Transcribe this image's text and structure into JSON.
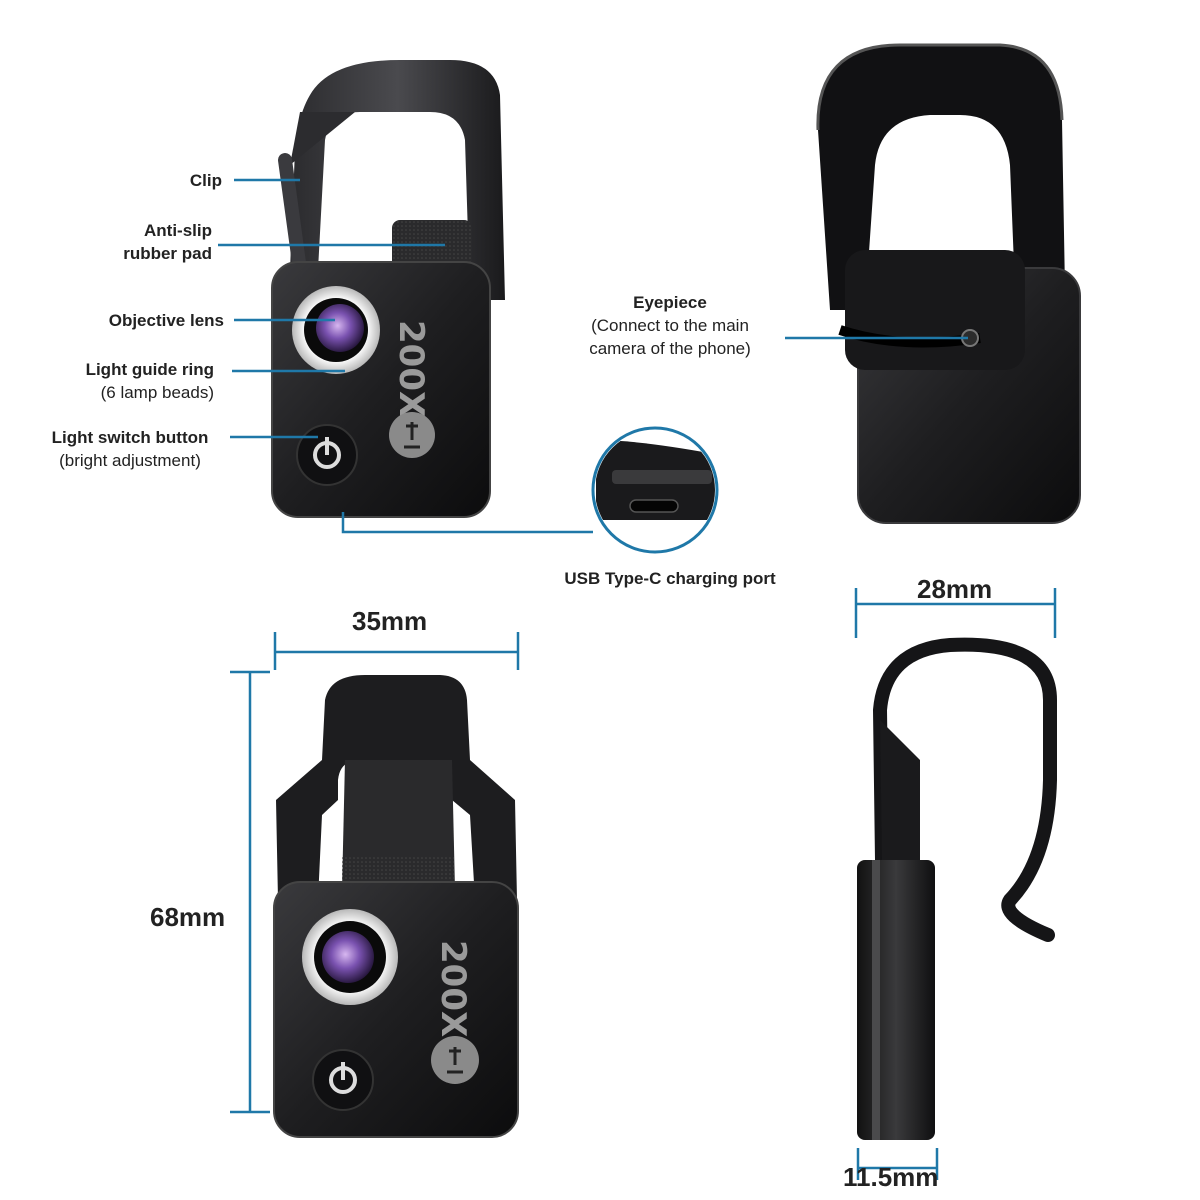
{
  "callouts": {
    "clip": "Clip",
    "anti_slip_line1": "Anti-slip",
    "anti_slip_line2": "rubber pad",
    "objective_lens": "Objective lens",
    "light_guide_ring": "Light guide ring",
    "light_guide_ring_sub": "(6 lamp beads)",
    "light_switch": "Light switch button",
    "light_switch_sub": "(bright adjustment)",
    "eyepiece": "Eyepiece",
    "eyepiece_sub1": "(Connect to the main",
    "eyepiece_sub2": "camera of the phone)",
    "usb_port": "USB Type-C charging port"
  },
  "dimensions": {
    "width": "35mm",
    "height": "68mm",
    "clip_width": "28mm",
    "thickness": "11.5mm"
  },
  "device": {
    "magnification": "200X"
  },
  "colors": {
    "leader_line": "#1f78a8",
    "device_body": "#1c1c1e"
  }
}
